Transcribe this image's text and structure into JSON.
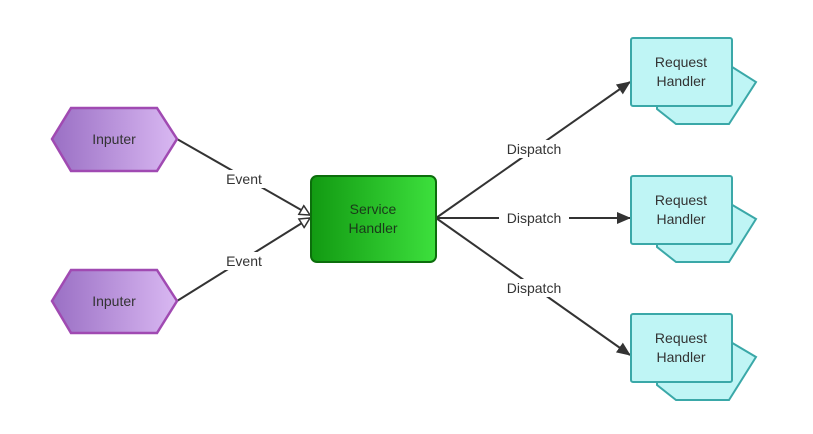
{
  "nodes": {
    "inputer_top": {
      "label": "Inputer"
    },
    "inputer_bottom": {
      "label": "Inputer"
    },
    "service_handler": {
      "label_line1": "Service",
      "label_line2": "Handler"
    },
    "request_handler_1": {
      "label_line1": "Request",
      "label_line2": "Handler"
    },
    "request_handler_2": {
      "label_line1": "Request",
      "label_line2": "Handler"
    },
    "request_handler_3": {
      "label_line1": "Request",
      "label_line2": "Handler"
    }
  },
  "edges": {
    "event_top": {
      "label": "Event"
    },
    "event_bottom": {
      "label": "Event"
    },
    "dispatch_top": {
      "label": "Dispatch"
    },
    "dispatch_middle": {
      "label": "Dispatch"
    },
    "dispatch_bottom": {
      "label": "Dispatch"
    }
  },
  "colors": {
    "inputer_fill_start": "#9a6fc4",
    "inputer_fill_end": "#d9b8f2",
    "inputer_stroke": "#a04ab2",
    "service_fill_start": "#129a12",
    "service_fill_end": "#39e039",
    "service_stroke": "#0c6e0c",
    "request_fill": "#bff5f5",
    "request_stroke": "#3aa8a8",
    "edge_stroke": "#333333"
  }
}
